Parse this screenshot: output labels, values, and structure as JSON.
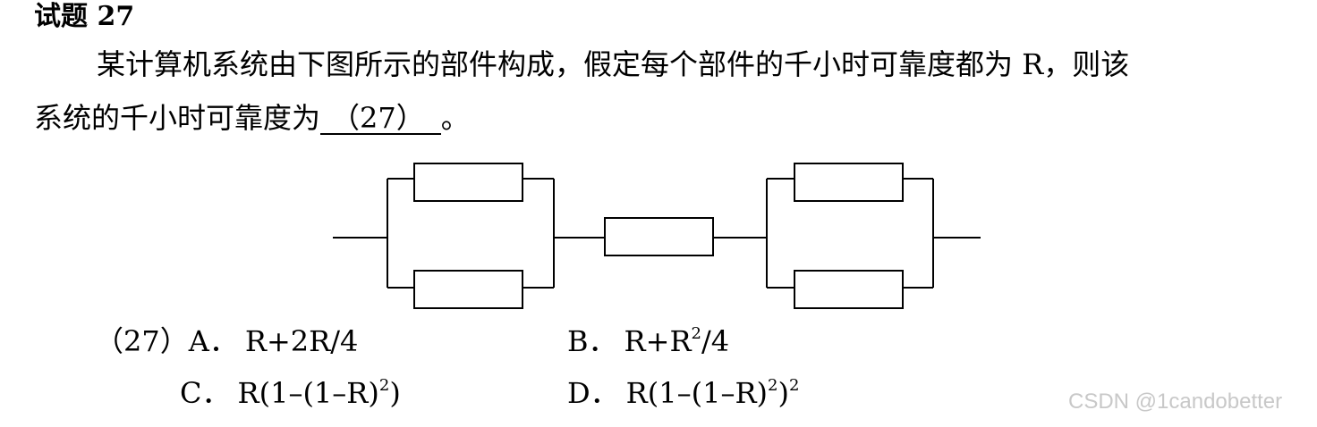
{
  "question": {
    "title": "试题 27",
    "stem_line1": "某计算机系统由下图所示的部件构成，假定每个部件的千小时可靠度都为 R，则该",
    "stem_line2_before": "系统的千小时可靠度为",
    "blank": "（27）",
    "stem_line2_after": "。"
  },
  "options": {
    "number": "（27）",
    "a_letter": "A．",
    "a_text": "R+2R/4",
    "b_letter": "B．",
    "b_text_1": "R+R",
    "b_sup": "2",
    "b_text_2": "/4",
    "c_letter": "C．",
    "c_text_1": "R(1–(1–R)",
    "c_sup": "2",
    "c_text_2": ")",
    "d_letter": "D．",
    "d_text_1": "R(1–(1–R)",
    "d_sup1": "2",
    "d_text_2": ")",
    "d_sup2": "2"
  },
  "watermark": "CSDN @1candobetter"
}
